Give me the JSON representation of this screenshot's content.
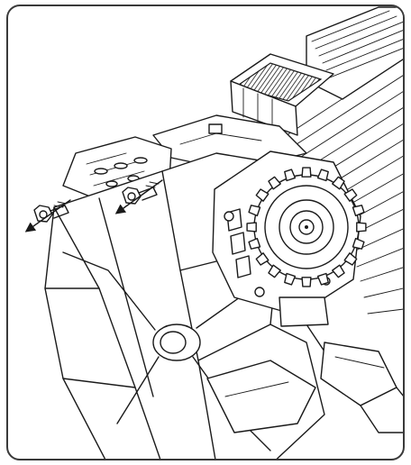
{
  "figure": {
    "subject": "",
    "parts": [
      "motor-cooling-fins",
      "fan-shroud",
      "toothed-pulley",
      "mounting-bracket",
      "fastening-nuts",
      "removal-arrows",
      "fan-blades"
    ],
    "colors": {
      "line": "#1a1a1a",
      "background": "#ffffff",
      "border": "#3a3a3a"
    }
  }
}
